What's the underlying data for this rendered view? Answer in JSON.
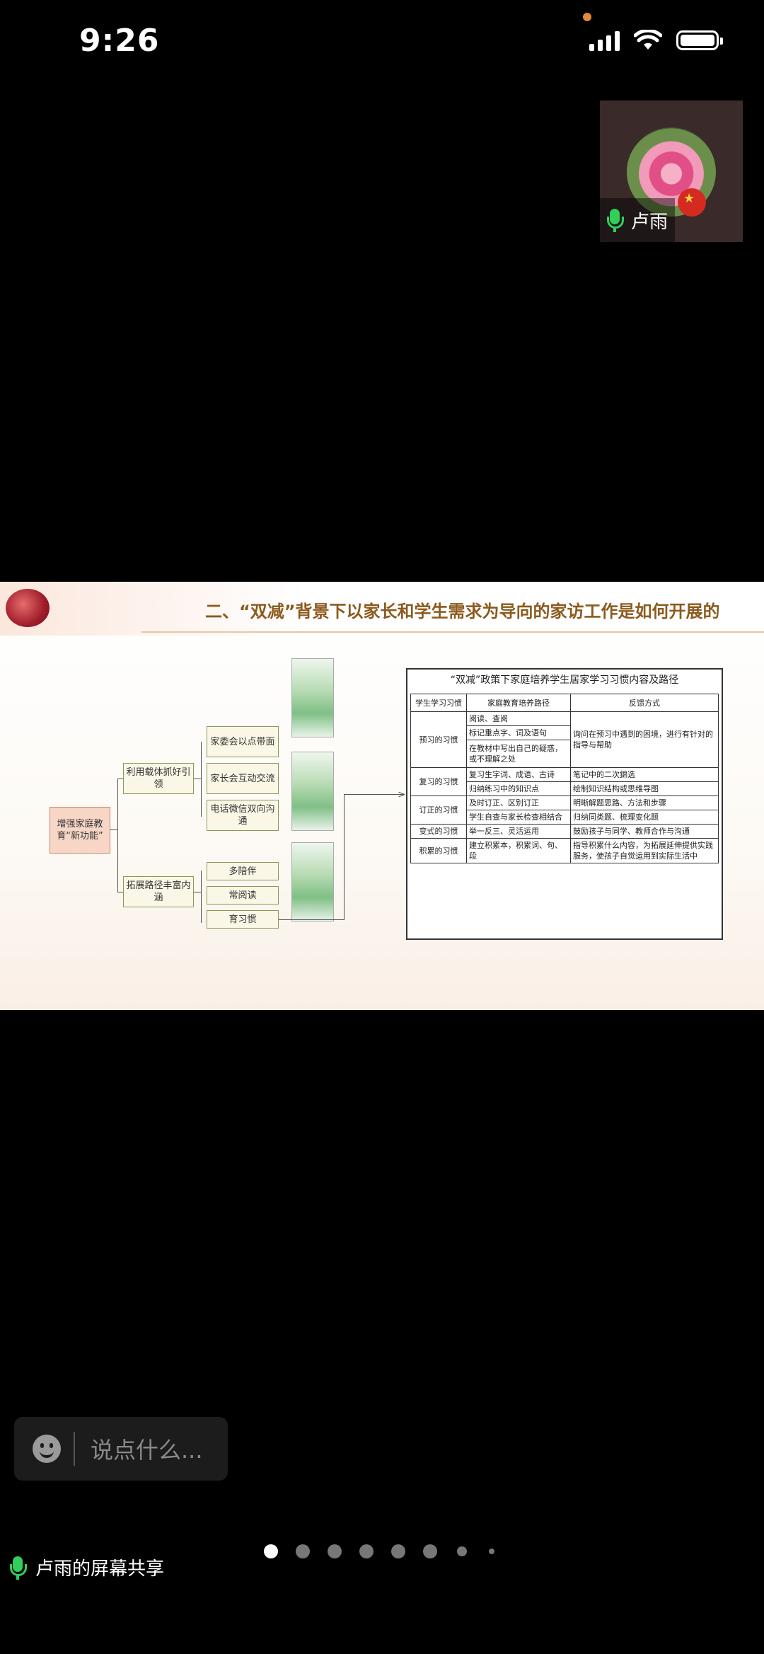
{
  "status_bar": {
    "time": "9:26"
  },
  "participant": {
    "name": "卢雨"
  },
  "slide": {
    "title": "二、“双减”背景下以家长和学生需求为导向的家访工作是如何开展的",
    "mindmap": {
      "root": "增强家庭教育“新功能”",
      "branch1": "利用载体抓好引领",
      "branch2": "拓展路径丰富内涵",
      "leaf1": "家委会以点带面",
      "leaf2": "家长会互动交流",
      "leaf3": "电话微信双向沟通",
      "leaf4": "多陪伴",
      "leaf5": "常阅读",
      "leaf6": "育习惯"
    },
    "table": {
      "title": "“双减”政策下家庭培养学生居家学习习惯内容及路径",
      "headers": [
        "学生学习习惯",
        "家庭教育培养路径",
        "反馈方式"
      ],
      "rows": [
        {
          "habit": "预习的习惯",
          "paths": [
            "阅读、查阅",
            "标记重点字、词及语句",
            "在教材中写出自己的疑惑，或不理解之处"
          ],
          "feedback": "询问在预习中遇到的困境，进行有针对的指导与帮助"
        },
        {
          "habit": "复习的习惯",
          "paths": [
            "复习生字词、成语、古诗",
            "归纳练习中的知识点"
          ],
          "feedbacks": [
            "笔记中的二次錦选",
            "绘制知识结构或思维导图"
          ]
        },
        {
          "habit": "订正的习惯",
          "paths": [
            "及时订正、区别订正",
            "学生自查与家长检查相结合"
          ],
          "feedbacks": [
            "明晰解题思路、方法和步骤",
            "归纳同类题、梳理变化题"
          ]
        },
        {
          "habit": "变式的习惯",
          "paths": [
            "举一反三、灵活运用"
          ],
          "feedback": "鼓励孩子与同学、教师合作与沟通"
        },
        {
          "habit": "积累的习惯",
          "paths": [
            "建立积累本，积累词、句、段"
          ],
          "feedback": "指导积累什么内容，为拓展延伸提供实践服务，使孩子自觉运用到实际生活中"
        }
      ]
    }
  },
  "chat": {
    "placeholder": "说点什么..."
  },
  "pager": {
    "count": 8,
    "active": 0
  },
  "screen_share": {
    "label": "卢雨的屏幕共享"
  }
}
